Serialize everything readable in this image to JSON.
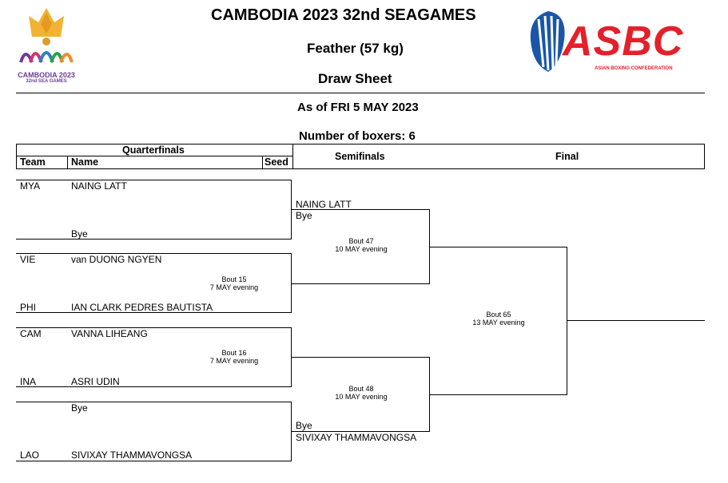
{
  "header": {
    "title": "CAMBODIA 2023  32nd SEAGAMES",
    "weight_class": "Feather (57 kg)",
    "sheet": "Draw Sheet",
    "as_of": "As of FRI 5 MAY 2023",
    "boxers_count": "Number of boxers: 6"
  },
  "logo_left": {
    "line1": "CAMBODIA 2023",
    "line2": "32nd SEA GAMES"
  },
  "logo_right": {
    "mark": "ASBC",
    "tagline": "ASIAN BOXING CONFEDERATION",
    "color": "#e4202a",
    "accent": "#1a56a8"
  },
  "columns": {
    "quarterfinals": "Quarterfinals",
    "team": "Team",
    "name": "Name",
    "seed": "Seed",
    "semifinals": "Semifinals",
    "final": "Final"
  },
  "entries": [
    {
      "team": "MYA",
      "name": "NAING LATT"
    },
    {
      "team": "",
      "name": "Bye"
    },
    {
      "team": "VIE",
      "name": "van DUONG NGYEN"
    },
    {
      "team": "PHI",
      "name": "IAN CLARK PEDRES BAUTISTA"
    },
    {
      "team": "CAM",
      "name": "VANNA LIHEANG"
    },
    {
      "team": "INA",
      "name": "ASRI UDIN"
    },
    {
      "team": "",
      "name": "Bye"
    },
    {
      "team": "LAO",
      "name": "SIVIXAY THAMMAVONGSA"
    }
  ],
  "bouts": {
    "b15": {
      "label": "Bout 15",
      "time": "7 MAY evening"
    },
    "b16": {
      "label": "Bout 16",
      "time": "7 MAY evening"
    },
    "b47": {
      "label": "Bout 47",
      "time": "10 MAY evening"
    },
    "b48": {
      "label": "Bout 48",
      "time": "10 MAY evening"
    },
    "b65": {
      "label": "Bout 65",
      "time": "13 MAY evening"
    }
  },
  "semifinal_entries": {
    "top_1": "NAING LATT",
    "top_2": "Bye",
    "bottom_1": "Bye",
    "bottom_2": "SIVIXAY THAMMAVONGSA"
  }
}
